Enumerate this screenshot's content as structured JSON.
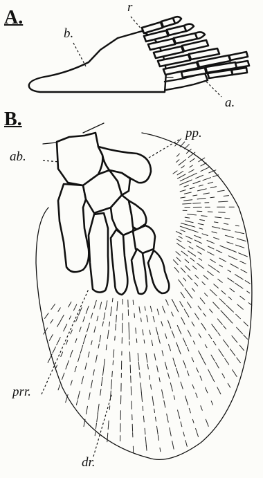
{
  "panels": [
    {
      "id": "A",
      "title": "A.",
      "labels": {
        "radials": "r",
        "basal": "b.",
        "axis": "a."
      }
    },
    {
      "id": "B",
      "title": "B.",
      "labels": {
        "pp": "pp.",
        "ab": "ab.",
        "prr": "prr.",
        "dr": "dr."
      }
    }
  ]
}
